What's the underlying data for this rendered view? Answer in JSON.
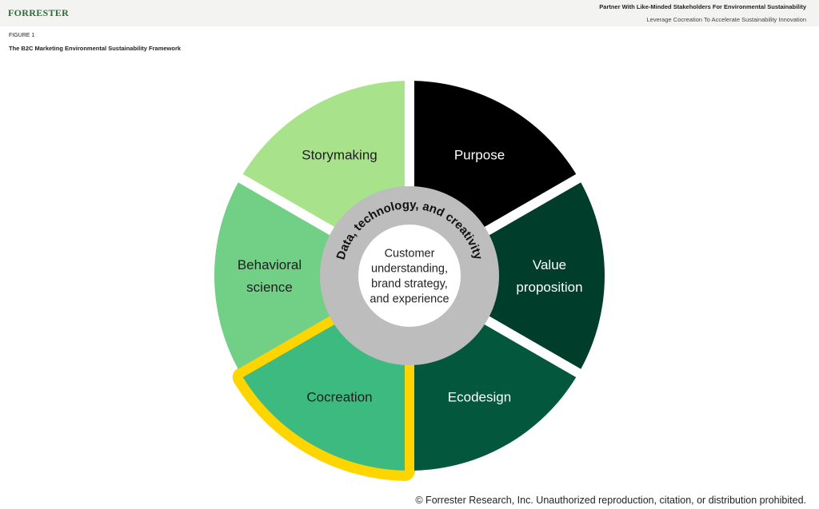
{
  "header": {
    "logo": "FORRESTER",
    "title": "Partner With Like-Minded Stakeholders For Environmental Sustainability",
    "subtitle": "Leverage Cocreation To Accelerate Sustainability Innovation"
  },
  "figure": {
    "label": "FIGURE 1",
    "title": "The B2C Marketing Environmental Sustainability Framework"
  },
  "diagram": {
    "segments": [
      {
        "lines": [
          "Purpose"
        ],
        "color": "#000000",
        "text_color": "#ffffff"
      },
      {
        "lines": [
          "Value",
          "proposition"
        ],
        "color": "#003d2a",
        "text_color": "#ffffff"
      },
      {
        "lines": [
          "Ecodesign"
        ],
        "color": "#02573c",
        "text_color": "#ffffff"
      },
      {
        "lines": [
          "Cocreation"
        ],
        "color": "#3dba80",
        "text_color": "#1e1e1e",
        "highlighted": true
      },
      {
        "lines": [
          "Behavioral",
          "science"
        ],
        "color": "#72cf86",
        "text_color": "#1e1e1e"
      },
      {
        "lines": [
          "Storymaking"
        ],
        "color": "#a8e38b",
        "text_color": "#1e1e1e"
      }
    ],
    "highlight_color": "#ffd500",
    "ring_label": "Data, technology, and creativity",
    "ring_color": "#bdbdbd",
    "center_lines": [
      "Customer",
      "understanding,",
      "brand strategy,",
      "and experience"
    ]
  },
  "footer": {
    "copyright": "© Forrester Research, Inc. Unauthorized reproduction, citation, or distribution prohibited."
  }
}
